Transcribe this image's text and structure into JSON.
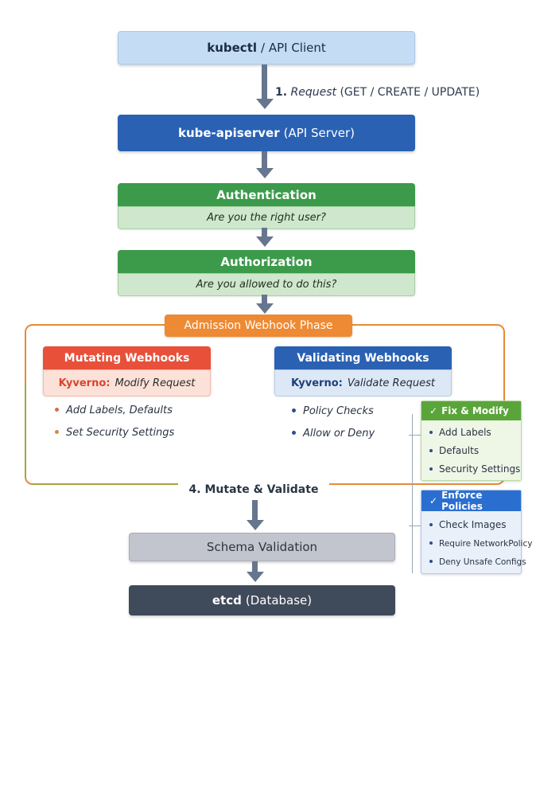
{
  "client": {
    "name": "kubectl",
    "rest": "/ API Client"
  },
  "step1": {
    "num": "1.",
    "label": "Request",
    "detail": "(GET / CREATE / UPDATE)"
  },
  "apiserver": {
    "name": "kube-apiserver",
    "rest": "(API Server)"
  },
  "authentication": {
    "title": "Authentication",
    "question": "Are you the right user?"
  },
  "authorization": {
    "title": "Authorization",
    "question": "Are you allowed to do this?"
  },
  "admission": {
    "title": "Admission Webhook Phase"
  },
  "mutating": {
    "title": "Mutating Webhooks",
    "brand": "Kyverno:",
    "action": "Modify Request",
    "items": [
      "Add Labels, Defaults",
      "Set Security Settings"
    ]
  },
  "validating": {
    "title": "Validating Webhooks",
    "brand": "Kyverno:",
    "action": "Validate Request",
    "items": [
      "Policy Checks",
      "Allow or Deny"
    ]
  },
  "fix_panel": {
    "title": "Fix & Modify",
    "items": [
      "Add Labels",
      "Defaults",
      "Security Settings"
    ]
  },
  "enforce_panel": {
    "title": "Enforce Policies",
    "items": [
      "Check Images",
      "Require NetworkPolicy",
      "Deny Unsafe Configs"
    ]
  },
  "step4": {
    "label": "4. Mutate & Validate"
  },
  "schema": {
    "label": "Schema Validation"
  },
  "etcd": {
    "name": "etcd",
    "rest": "(Database)"
  },
  "colors": {
    "client": "#c5ddf4",
    "apiserver": "#2a61b3",
    "auth_green": "#3c9a4b",
    "admission_orange": "#ee8a33",
    "mutating_red": "#e8503a",
    "validating_blue": "#2a61b3",
    "fix_green": "#5aa53a",
    "enforce_blue": "#2a6fd0",
    "schema_gray": "#c2c5ce",
    "etcd_dark": "#3f4a5a"
  },
  "icons": {
    "checkmark": "checkmark-icon",
    "arrow": "arrow-down-icon"
  }
}
